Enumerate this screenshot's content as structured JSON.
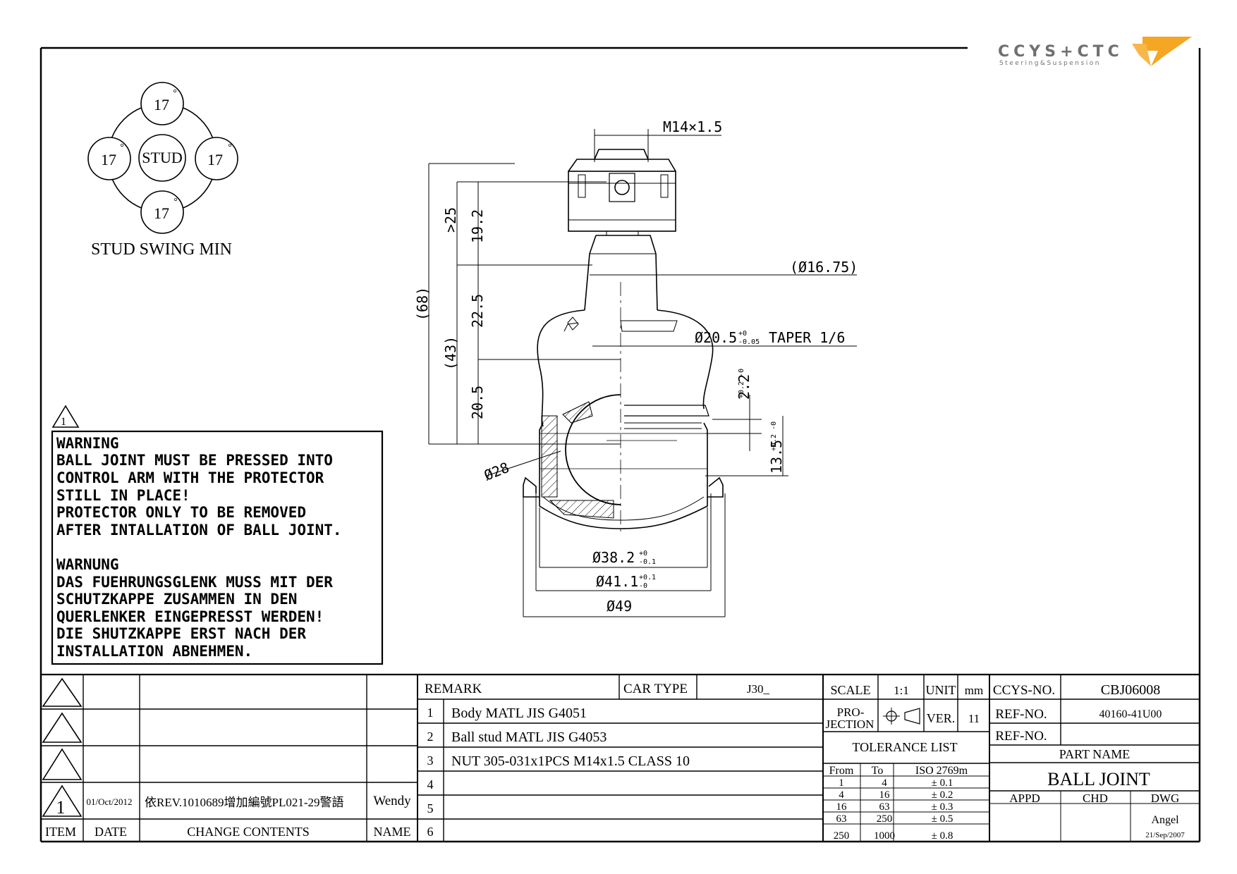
{
  "logo": {
    "brand": "CCYS+CTC",
    "tagline": "Steering&Suspension"
  },
  "swing": {
    "center": "STUD",
    "angle_top": "17",
    "angle_left": "17",
    "angle_right": "17",
    "angle_bottom": "17",
    "degree": "°",
    "caption": "STUD SWING MIN"
  },
  "dims": {
    "thread": "M14×1.5",
    "d1675": "(Ø16.75)",
    "taper_main": "Ø20.5",
    "taper_tol_up": "+0",
    "taper_tol_low": "-0.05",
    "taper_label": "TAPER 1/6",
    "gt25": ">25",
    "h192": "19.2",
    "h68": "(68)",
    "h225": "22.5",
    "h43": "(43)",
    "h205": "20.5",
    "d28": "Ø28",
    "h22": "2.2",
    "h22_tol": "+0.2 -0",
    "h135": "13.5",
    "h135_tol": "+0.2 -0",
    "d382": "Ø38.2",
    "d382_tol_up": "+0",
    "d382_tol_low": "-0.1",
    "d411": "Ø41.1",
    "d411_tol_up": "+0.1",
    "d411_tol_low": "-0",
    "d49": "Ø49"
  },
  "warning": {
    "revision_mark": "1",
    "lines": [
      "WARNING",
      "BALL JOINT MUST BE PRESSED INTO",
      "CONTROL ARM WITH THE PROTECTOR",
      "STILL IN PLACE!",
      "PROTECTOR ONLY TO BE REMOVED",
      "AFTER INTALLATION OF BALL JOINT.",
      "",
      "WARNUNG",
      "DAS FUEHRUNGSGLENK MUSS MIT DER",
      "SCHUTZKAPPE ZUSAMMEN IN DEN",
      "QUERLENKER EINGEPRESST WERDEN!",
      "DIE SHUTZKAPPE ERST NACH DER",
      "INSTALLATION ABNEHMEN."
    ]
  },
  "revisions": {
    "headers": {
      "item": "ITEM",
      "date": "DATE",
      "contents": "CHANGE CONTENTS",
      "name": "NAME"
    },
    "row": {
      "item": "1",
      "date": "01/Oct/2012",
      "contents": "依REV.1010689增加編號PL021-29警語",
      "name": "Wendy"
    }
  },
  "remark": {
    "label": "REMARK",
    "car_type_label": "CAR TYPE",
    "car_type_value": "J30_",
    "items": [
      {
        "no": "1",
        "text": "Body MATL JIS G4051"
      },
      {
        "no": "2",
        "text": "Ball stud MATL JIS G4053"
      },
      {
        "no": "3",
        "text": "NUT 305-031x1PCS M14x1.5 CLASS 10"
      },
      {
        "no": "4",
        "text": ""
      },
      {
        "no": "5",
        "text": ""
      },
      {
        "no": "6",
        "text": ""
      }
    ]
  },
  "specs": {
    "scale_label": "SCALE",
    "scale_value": "1:1",
    "unit_label": "UNIT",
    "unit_value": "mm",
    "projection_label_1": "PRO-",
    "projection_label_2": "JECTION",
    "ver_label": "VER.",
    "ver_value": "11",
    "tolerance_title": "TOLERANCE LIST",
    "tol_headers": [
      "From",
      "To",
      "ISO 2769m"
    ],
    "tol_rows": [
      [
        "1",
        "4",
        "± 0.1"
      ],
      [
        "4",
        "16",
        "± 0.2"
      ],
      [
        "16",
        "63",
        "± 0.3"
      ],
      [
        "63",
        "250",
        "± 0.5"
      ],
      [
        "250",
        "1000",
        "± 0.8"
      ]
    ]
  },
  "title_block": {
    "ccys_label": "CCYS-NO.",
    "ccys_value": "CBJ06008",
    "ref1_label": "REF-NO.",
    "ref1_value": "40160-41U00",
    "ref2_label": "REF-NO.",
    "ref2_value": "",
    "part_name_label": "PART NAME",
    "part_name_value": "BALL JOINT",
    "appd": "APPD",
    "chd": "CHD",
    "dwg": "DWG",
    "drawn_by": "Angel",
    "drawn_date": "21/Sep/2007"
  }
}
